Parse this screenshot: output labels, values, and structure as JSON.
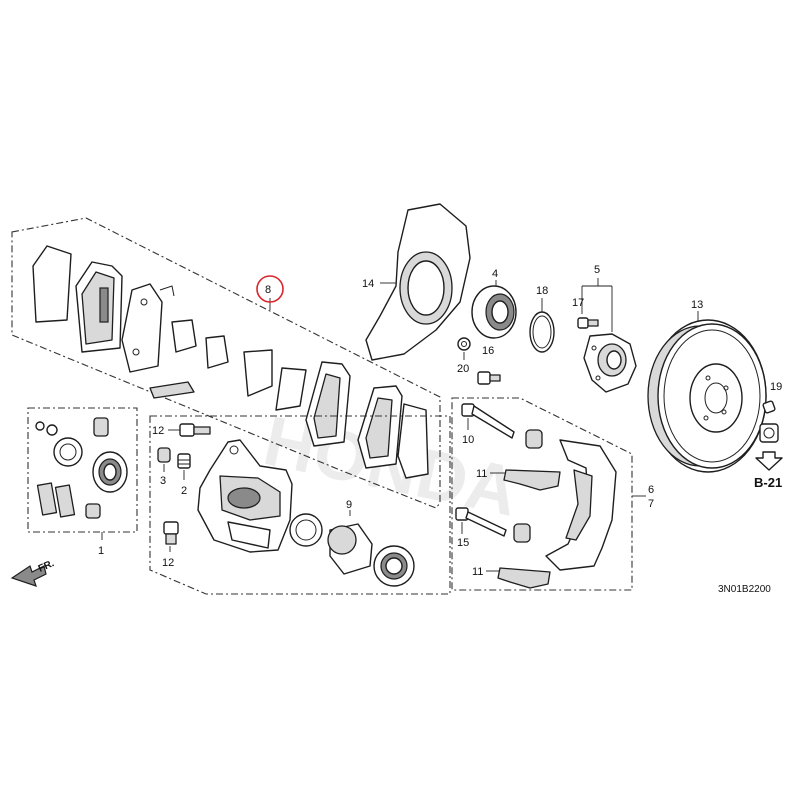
{
  "callouts": {
    "c1": "1",
    "c2": "2",
    "c3": "3",
    "c4": "4",
    "c5": "5",
    "c6": "6",
    "c7": "7",
    "c8": "8",
    "c9": "9",
    "c10": "10",
    "c11a": "11",
    "c11b": "11",
    "c12a": "12",
    "c12b": "12",
    "c13": "13",
    "c14": "14",
    "c15": "15",
    "c16": "16",
    "c17": "17",
    "c18": "18",
    "c19": "19",
    "c20": "20"
  },
  "reference": {
    "label": "B-21"
  },
  "front_marker": {
    "label": "FR."
  },
  "diagram_code": "3N01B2200",
  "watermark": "HONDA",
  "highlight_color": "#d9262c"
}
